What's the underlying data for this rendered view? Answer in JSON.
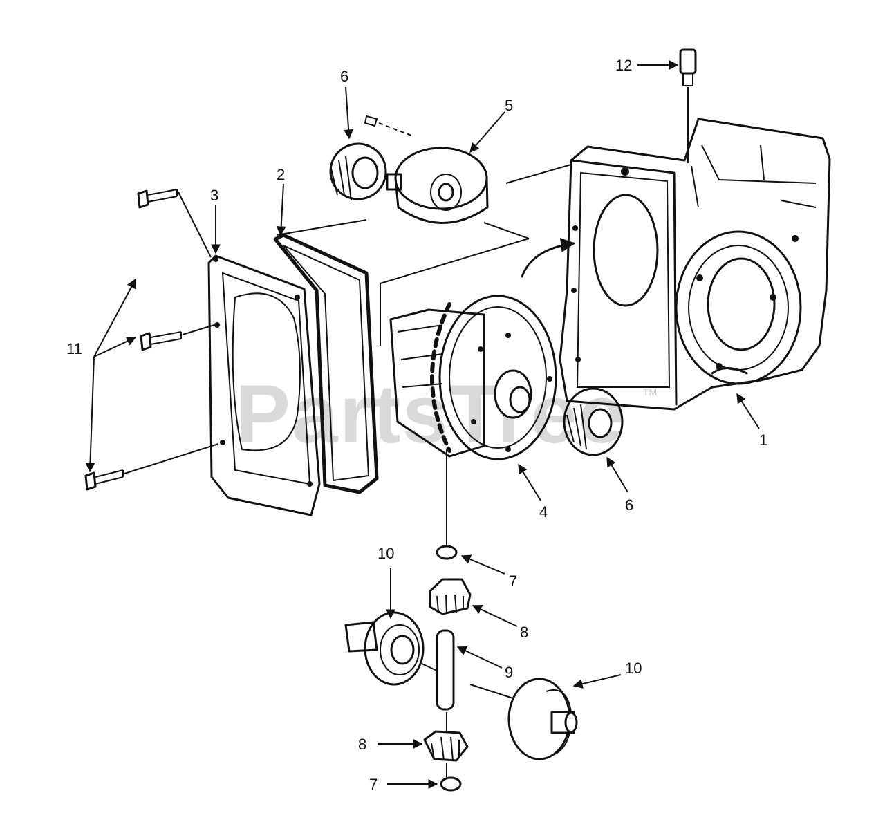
{
  "watermark": {
    "text": "PartsTree",
    "trademark": "TM"
  },
  "callouts": [
    {
      "id": "c1",
      "label": "1"
    },
    {
      "id": "c2",
      "label": "2"
    },
    {
      "id": "c3",
      "label": "3"
    },
    {
      "id": "c4",
      "label": "4"
    },
    {
      "id": "c5",
      "label": "5"
    },
    {
      "id": "c6a",
      "label": "6"
    },
    {
      "id": "c6b",
      "label": "6"
    },
    {
      "id": "c7a",
      "label": "7"
    },
    {
      "id": "c7b",
      "label": "7"
    },
    {
      "id": "c8a",
      "label": "8"
    },
    {
      "id": "c8b",
      "label": "8"
    },
    {
      "id": "c9",
      "label": "9"
    },
    {
      "id": "c10a",
      "label": "10"
    },
    {
      "id": "c10b",
      "label": "10"
    },
    {
      "id": "c11",
      "label": "11"
    },
    {
      "id": "c12",
      "label": "12"
    }
  ],
  "colors": {
    "ink": "#111111",
    "background": "#ffffff",
    "watermark": "#d9d9d9"
  }
}
